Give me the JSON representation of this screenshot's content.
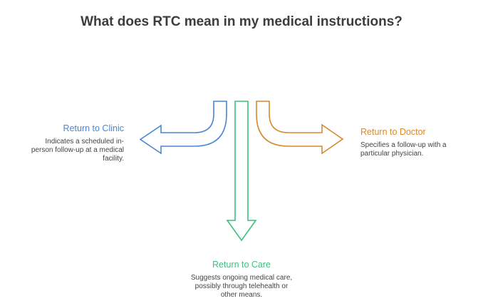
{
  "title": "What does RTC mean in my medical instructions?",
  "branches": [
    {
      "id": "left",
      "label": "Return to Clinic",
      "description": "Indicates a scheduled in-person follow-up at a medical facility.",
      "color": "#4a86d4"
    },
    {
      "id": "right",
      "label": "Return to Doctor",
      "description": "Specifies a follow-up with a particular physician.",
      "color": "#d68a2e"
    },
    {
      "id": "bottom",
      "label": "Return to Care",
      "description": "Suggests ongoing medical care, possibly through telehealth or other means.",
      "color": "#3fbf7f"
    }
  ]
}
